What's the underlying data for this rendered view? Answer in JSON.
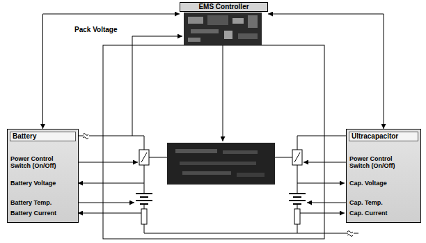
{
  "diagram": {
    "nodes": [
      {
        "text": [
          "EMS Controller"
        ]
      },
      {
        "text": [
          "Battery",
          "Power Control Switch (On/Off)",
          "Battery Voltage",
          "Battery Temp.",
          "Battery Current"
        ]
      },
      {
        "text": [
          "Ultracapacitor",
          "Power Control Switch (On/Off)",
          "Cap. Voltage",
          "Cap. Temp.",
          "Cap. Current"
        ]
      }
    ],
    "edges": [
      {
        "from": 0,
        "to": 1,
        "arrow": "both"
      },
      {
        "from": 0,
        "to": 2,
        "arrow": "both"
      }
    ],
    "labels": [
      "Pack Voltage"
    ]
  }
}
